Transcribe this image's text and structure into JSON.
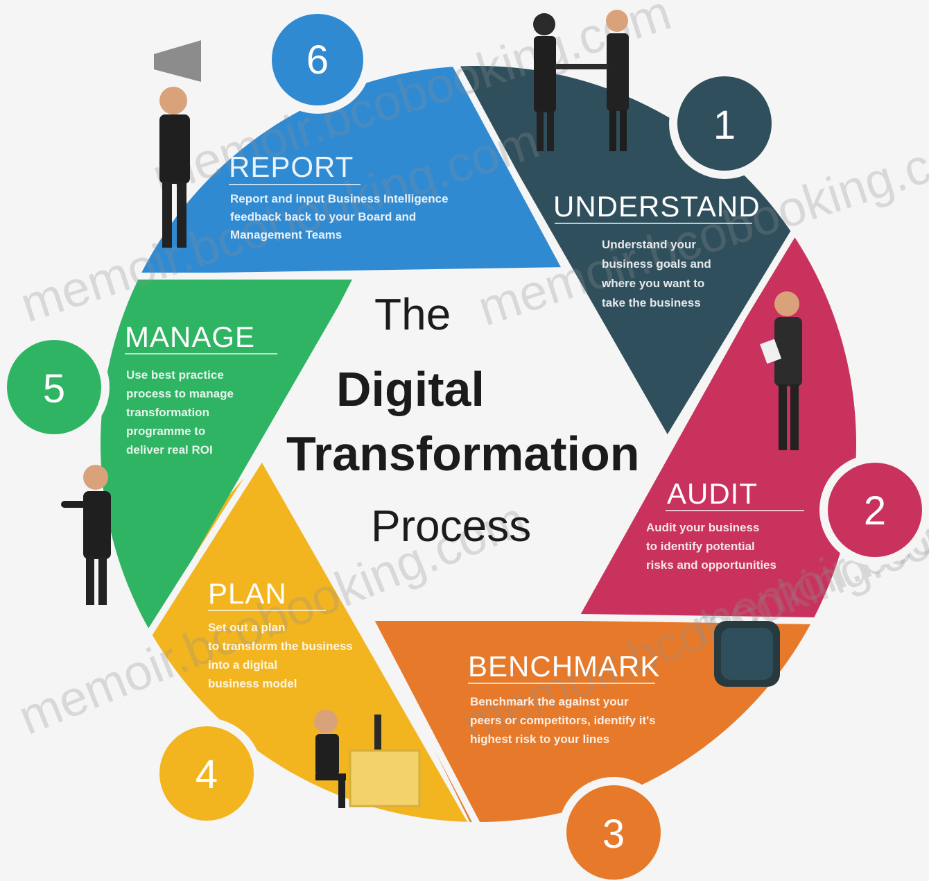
{
  "title": {
    "line1": "The",
    "line2": "Digital",
    "line3": "Transformation",
    "line4": "Process"
  },
  "steps": [
    {
      "number": "1",
      "title": "UNDERSTAND",
      "desc": [
        "Understand your",
        "business goals and",
        "where you want to",
        "take the business"
      ],
      "color": "#2f4f5c"
    },
    {
      "number": "2",
      "title": "AUDIT",
      "desc": [
        "Audit your business",
        "to identify potential",
        "risks and opportunities"
      ],
      "color": "#c8325d"
    },
    {
      "number": "3",
      "title": "BENCHMARK",
      "desc": [
        "Benchmark the against your",
        "peers or competitors, identify it's",
        "highest risk to your lines"
      ],
      "color": "#e77a2a"
    },
    {
      "number": "4",
      "title": "PLAN",
      "desc": [
        "Set out a plan",
        "to transform the business",
        "into a digital",
        "business model"
      ],
      "color": "#f2b51f"
    },
    {
      "number": "5",
      "title": "MANAGE",
      "desc": [
        "Use best practice",
        "process to manage",
        "transformation",
        "programme to",
        "deliver real ROI"
      ],
      "color": "#2fb463"
    },
    {
      "number": "6",
      "title": "REPORT",
      "desc": [
        "Report and input Business Intelligence",
        "feedback back to your Board and",
        "Management Teams"
      ],
      "color": "#2f8ad2"
    }
  ],
  "watermarks": [
    "memoir.bcobooking.com",
    "memoir.bcobooking.com",
    "memoir.bcobooking.com",
    "memoir.bcobooking.com",
    "memoir.bcobooking.com",
    "memoir.bcobooking.com"
  ],
  "icons": [
    "handshake-people-icon",
    "presenter-icon",
    "megaphone-person-icon",
    "pointing-person-icon",
    "desk-worker-icon",
    "padlock-icon"
  ]
}
